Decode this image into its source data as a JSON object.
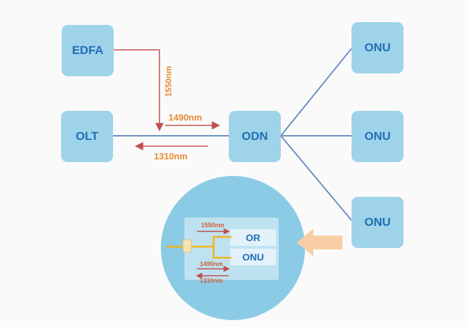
{
  "nodes": {
    "edfa": "EDFA",
    "olt": "OLT",
    "odn": "ODN",
    "onu_top": "ONU",
    "onu_mid": "ONU",
    "onu_bot": "ONU"
  },
  "wavelengths": {
    "edfa_down": "1550nm",
    "olt_down": "1490nm",
    "olt_up": "1310nm"
  },
  "detail": {
    "label_1550": "1550nm",
    "label_1490": "1490nm",
    "label_1310": "1310nm",
    "box_top": "OR",
    "box_bottom": "ONU"
  },
  "colors": {
    "node_fill": "#9fd3ea",
    "node_text": "#1f6fb5",
    "fiber_line": "#6b8fc2",
    "arrow_red": "#c0504d",
    "label_orange": "#e58a35",
    "zoom_arrow": "#f8cfa4"
  }
}
